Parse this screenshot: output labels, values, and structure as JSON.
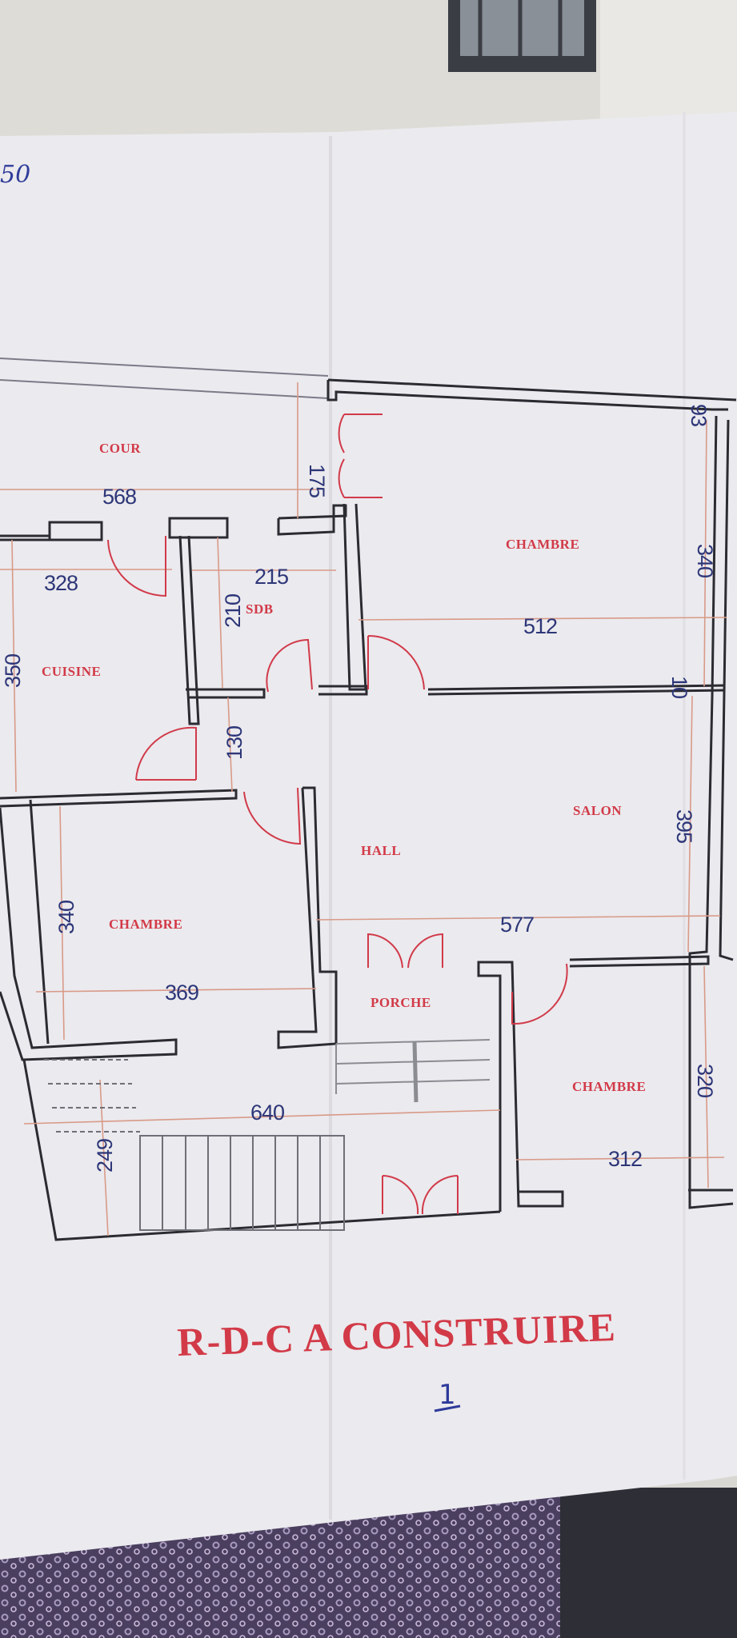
{
  "note": {
    "text": "50"
  },
  "rooms": {
    "cour": "COUR",
    "chambre_top": "CHAMBRE",
    "sdb": "SDB",
    "cuisine": "CUISINE",
    "salon": "SALON",
    "hall": "HALL",
    "chambre_left": "CHAMBRE",
    "porche": "PORCHE",
    "chambre_bottom": "CHAMBRE"
  },
  "dimensions": {
    "d568": "568",
    "d175": "175",
    "d93": "93",
    "d328": "328",
    "d215": "215",
    "d210": "210",
    "d340_top": "340",
    "d512": "512",
    "d350": "350",
    "d10": "10",
    "d130": "130",
    "d395": "395",
    "d340_left": "340",
    "d577": "577",
    "d369": "369",
    "d320": "320",
    "d640": "640",
    "d249": "249",
    "d312": "312"
  },
  "title": {
    "main": "R-D-C  A CONSTRUIRE",
    "page_number": "1"
  },
  "colors": {
    "paper": "#ebeaee",
    "wall": "#2b2b32",
    "label": "#d23a48",
    "dimension_text": "#2d3678",
    "dimension_line": "#d89a88"
  }
}
